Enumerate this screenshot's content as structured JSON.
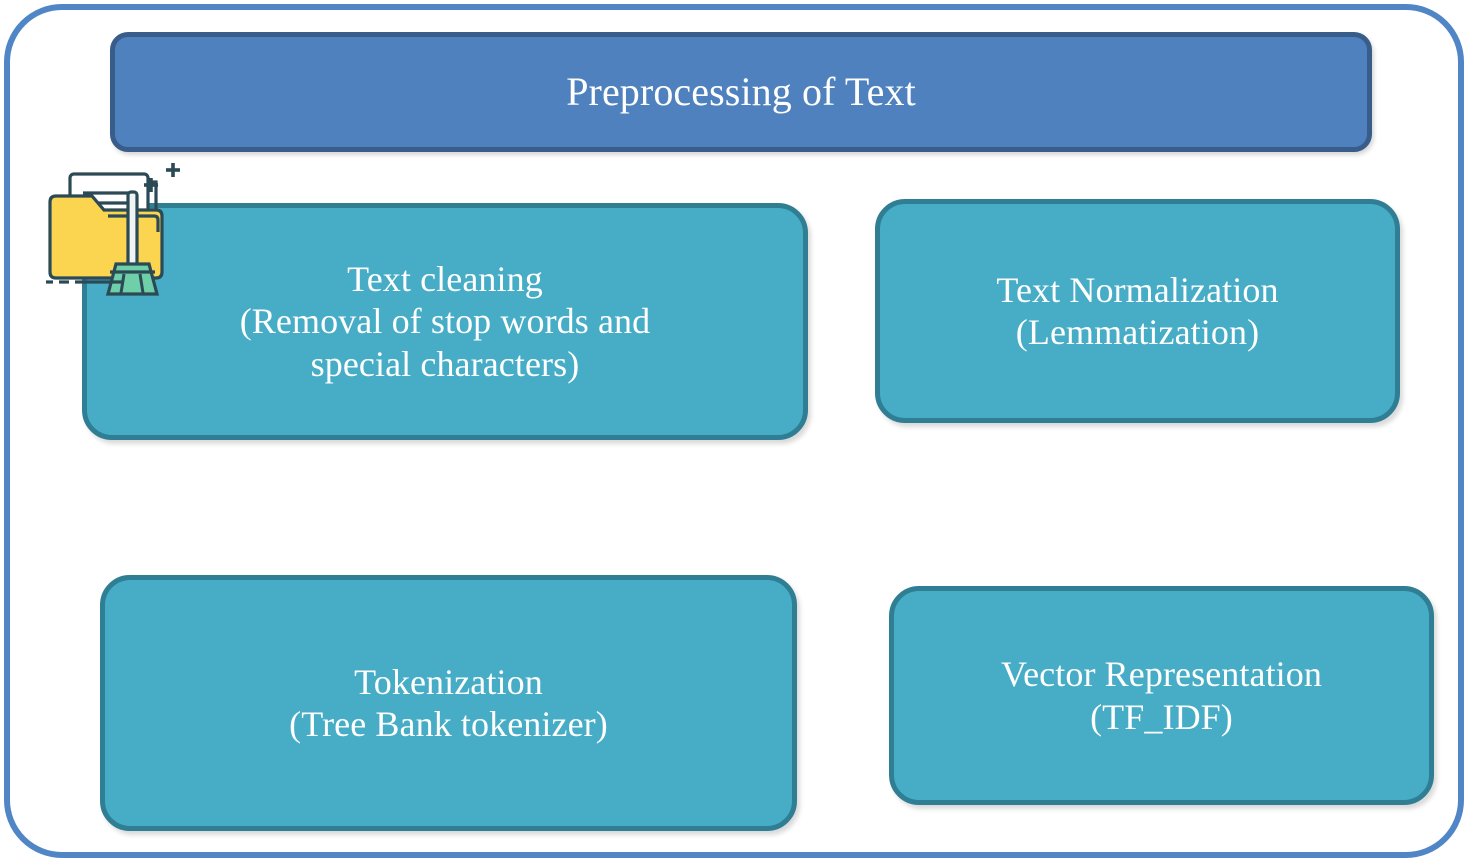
{
  "diagram": {
    "title": "Preprocessing of Text",
    "type": "flow-block-diagram",
    "frame_color": "#5086c5",
    "header": {
      "label": "Preprocessing of Text",
      "fill": "#4e81bd",
      "stroke": "#385d8a",
      "text_color": "#ffffff"
    },
    "node_style": {
      "fill": "#47adc6",
      "stroke": "#2f7e94",
      "text_color": "#ffffff"
    },
    "nodes": [
      {
        "id": "text-cleaning",
        "label": "Text cleaning\n(Removal of stop words and\nspecial characters)",
        "row": 1,
        "column": 1
      },
      {
        "id": "text-normalization",
        "label": "Text Normalization\n(Lemmatization)",
        "row": 1,
        "column": 2
      },
      {
        "id": "tokenization",
        "label": "Tokenization\n(Tree Bank tokenizer)",
        "row": 2,
        "column": 1
      },
      {
        "id": "vector-representation",
        "label": "Vector Representation\n(TF_IDF)",
        "row": 2,
        "column": 2
      }
    ],
    "icons": [
      {
        "id": "text-cleaning-icon",
        "name": "folder-document-broom-icon",
        "colors": {
          "folder": "#fbd450",
          "broom_head": "#6ecfa8",
          "outline": "#2b4a55",
          "document": "#ffffff"
        }
      }
    ]
  }
}
